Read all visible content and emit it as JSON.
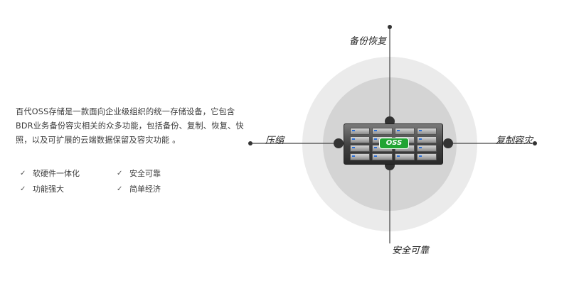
{
  "intro": {
    "lines": [
      "百代OSS存储是一款面向企业级组织的统一存储设备，它包含",
      "BDR业务备份容灾相关的众多功能，包括备份、复制、恢复、快",
      "照，以及可扩展的云端数据保留及容灾功能 。"
    ]
  },
  "features": [
    {
      "label": "软硬件一体化",
      "check": "✓"
    },
    {
      "label": "安全可靠",
      "check": "✓"
    },
    {
      "label": "功能强大",
      "check": "✓"
    },
    {
      "label": "简单经济",
      "check": "✓"
    }
  ],
  "diagram": {
    "labels": {
      "top": "备份恢复",
      "left": "压缩",
      "right": "复制容灾",
      "bottom": "安全可靠"
    },
    "server_badge": "OSS",
    "colors": {
      "outer_ring": "#ebebeb",
      "inner_circle": "#d4d4d4",
      "axis": "#444444",
      "dot": "#333333"
    }
  }
}
